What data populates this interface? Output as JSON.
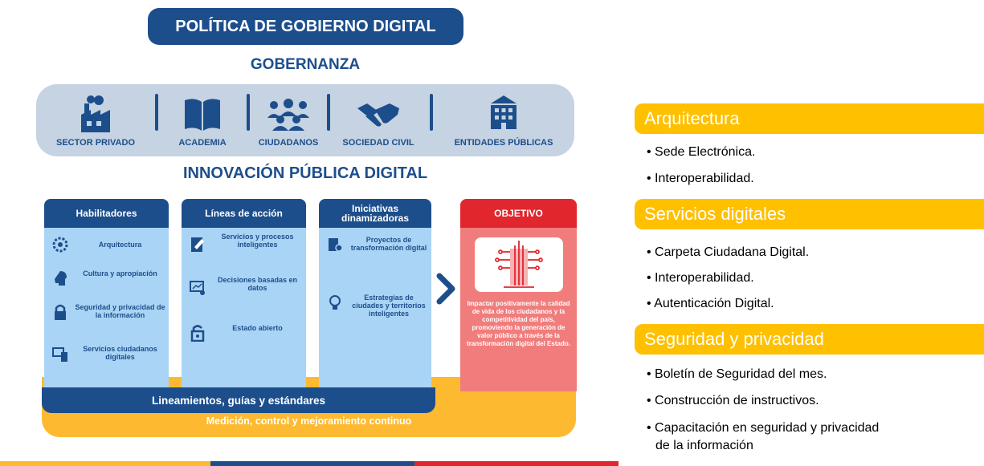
{
  "left": {
    "title": "POLÍTICA DE GOBIERNO DIGITAL",
    "gobernanza": "GOBERNANZA",
    "actors": [
      {
        "label": "SECTOR PRIVADO",
        "icon": "factory-icon"
      },
      {
        "label": "ACADEMIA",
        "icon": "open-book-icon"
      },
      {
        "label": "CIUDADANOS",
        "icon": "people-group-icon"
      },
      {
        "label": "SOCIEDAD CIVIL",
        "icon": "handshake-icon"
      },
      {
        "label": "ENTIDADES PÚBLICAS",
        "icon": "building-icon"
      }
    ],
    "innovacion": "INNOVACIÓN PÚBLICA DIGITAL",
    "habilitadores": {
      "title": "Habilitadores",
      "items": [
        "Arquitectura",
        "Cultura y apropiación",
        "Seguridad y privacidad de la información",
        "Servicios ciudadanos digitales"
      ]
    },
    "lineas": {
      "title": "Líneas de acción",
      "items": [
        "Servicios y procesos inteligentes",
        "Decisiones basadas en datos",
        "Estado abierto"
      ]
    },
    "iniciativas": {
      "title": "Iniciativas dinamizadoras",
      "items": [
        "Proyectos de transformación digital",
        "Estrategias de ciudades y territorios inteligentes"
      ]
    },
    "objetivo": {
      "title": "OBJETIVO",
      "text": "Impactar positivamente la calidad de vida de los ciudadanos y la competitividad del país, promoviendo la generación de valor público a través de la transformación digital del Estado."
    },
    "lineamientos": "Lineamientos, guías y estándares",
    "medicion": "Medición, control y mejoramiento continuo",
    "colors": {
      "navy": "#1d4e8c",
      "light_blue": "#aad4f5",
      "orange": "#fdba31",
      "red": "#e1262d",
      "salmon": "#f07d7c"
    }
  },
  "right": {
    "sections": [
      {
        "title": "Arquitectura",
        "items": [
          "Sede Electrónica.",
          "Interoperabilidad."
        ]
      },
      {
        "title": "Servicios digitales",
        "items": [
          "Carpeta Ciudadana Digital.",
          "Interoperabilidad.",
          "Autenticación Digital."
        ]
      },
      {
        "title": "Seguridad y privacidad",
        "items": [
          "Boletín de Seguridad del mes.",
          "Construcción de instructivos.",
          "Capacitación en seguridad y privacidad",
          "de la información"
        ]
      }
    ],
    "accent": "#ffc000"
  }
}
